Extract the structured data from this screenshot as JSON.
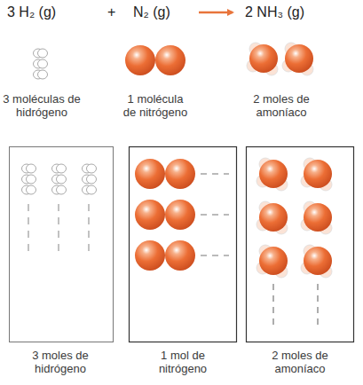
{
  "diagram": {
    "labels": [
      "3 H₂ (g)",
      "+",
      "N₂ (g)",
      "2 NH₃ (g)",
      "3 moléculas de hidrógeno",
      "1 molécula de nitrógeno",
      "2 moles de amoníaco",
      "3 moles de hidrógeno",
      "1 mol de nitrógeno",
      "2 moles de amoníaco"
    ]
  }
}
